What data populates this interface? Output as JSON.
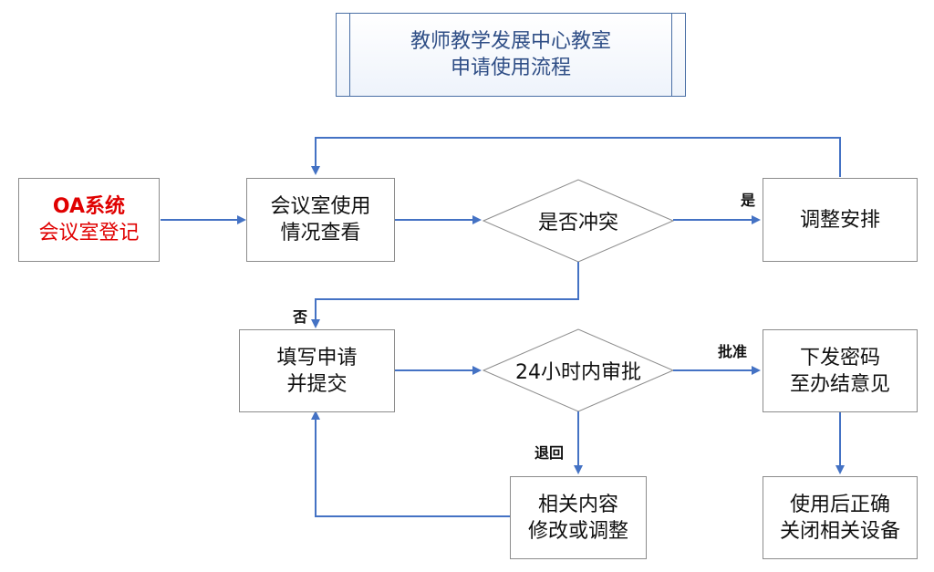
{
  "title": {
    "line1": "教师教学发展中心教室",
    "line2": "申请使用流程"
  },
  "nodes": {
    "oa": {
      "line1": "OA系统",
      "line2": "会议室登记"
    },
    "check": {
      "line1": "会议室使用",
      "line2": "情况查看"
    },
    "conflict": {
      "text": "是否冲突"
    },
    "adjust": {
      "text": "调整安排"
    },
    "fill": {
      "line1": "填写申请",
      "line2": "并提交"
    },
    "approve": {
      "text": "24小时内审批"
    },
    "issue": {
      "line1": "下发密码",
      "line2": "至办结意见"
    },
    "modify": {
      "line1": "相关内容",
      "line2": "修改或调整"
    },
    "close": {
      "line1": "使用后正确",
      "line2": "关闭相关设备"
    }
  },
  "edge_labels": {
    "yes": "是",
    "no": "否",
    "approved": "批准",
    "returned": "退回"
  },
  "colors": {
    "arrow": "#4472c4",
    "oa_text": "#e00000",
    "border": "#8c8c8c"
  }
}
